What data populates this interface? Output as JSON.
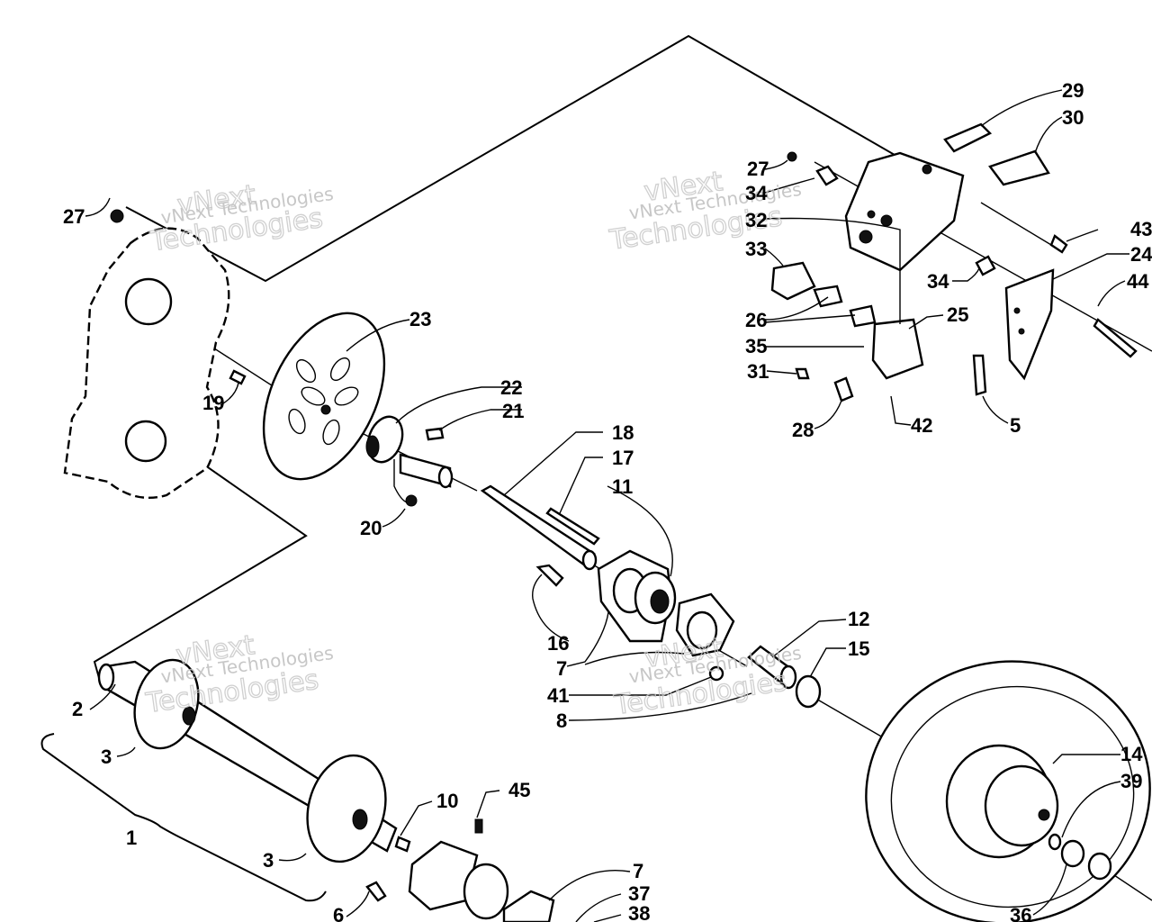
{
  "labels": [
    "1",
    "2",
    "3",
    "3",
    "5",
    "6",
    "7",
    "7",
    "8",
    "10",
    "11",
    "12",
    "14",
    "15",
    "16",
    "17",
    "18",
    "19",
    "20",
    "21",
    "22",
    "23",
    "24",
    "25",
    "26",
    "27",
    "27",
    "28",
    "29",
    "30",
    "31",
    "32",
    "33",
    "34",
    "34",
    "35",
    "36",
    "37",
    "38",
    "39",
    "41",
    "42",
    "43",
    "44",
    "45"
  ],
  "watermark": {
    "line1": "vNext",
    "line2": "vNext Technologies",
    "line3": "Technologies"
  }
}
